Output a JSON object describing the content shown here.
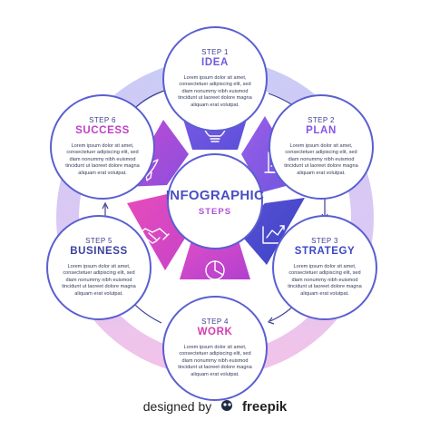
{
  "center": {
    "title": "INFOGRAPHIC",
    "subtitle": "STEPS"
  },
  "steps": [
    {
      "number": "STEP 1",
      "title": "IDEA",
      "color": "#6e5ae0",
      "icon": "lightbulb-icon",
      "body": "Lorem ipsum dolor sit amet, consectetuer adipiscing elit, sed diam nonummy nibh euismod tincidunt ut laoreet dolore magna aliquam erat volutpat."
    },
    {
      "number": "STEP 2",
      "title": "PLAN",
      "color": "#8a53e8",
      "icon": "buildings-icon",
      "body": "Lorem ipsum dolor sit amet, consectetuer adipiscing elit, sed diam nonummy nibh euismod tincidunt ut laoreet dolore magna aliquam erat volutpat."
    },
    {
      "number": "STEP 3",
      "title": "STRATEGY",
      "color": "#3e47c8",
      "icon": "line-chart-icon",
      "body": "Lorem ipsum dolor sit amet, consectetuer adipiscing elit, sed diam nonummy nibh euismod tincidunt ut laoreet dolore magna aliquam erat volutpat."
    },
    {
      "number": "STEP 4",
      "title": "WORK",
      "color": "#d23fb0",
      "icon": "pie-chart-icon",
      "body": "Lorem ipsum dolor sit amet, consectetuer adipiscing elit, sed diam nonummy nibh euismod tincidunt ut laoreet dolore magna aliquam erat volutpat."
    },
    {
      "number": "STEP 5",
      "title": "BUSINESS",
      "color": "#3b3f9e",
      "icon": "handshake-icon",
      "body": "Lorem ipsum dolor sit amet, consectetuer adipiscing elit, sed diam nonummy nibh euismod tincidunt ut laoreet dolore magna aliquam erat volutpat."
    },
    {
      "number": "STEP 6",
      "title": "SUCCESS",
      "color": "#c13fc7",
      "icon": "rocket-icon",
      "body": "Lorem ipsum dolor sit amet, consectetuer adipiscing elit, sed diam nonummy nibh euismod tincidunt ut laoreet dolore magna aliquam erat volutpat."
    }
  ],
  "footer": {
    "prefix": "designed by",
    "brand": "freepik",
    "logo_icon": "freepik-logo-icon"
  },
  "colors": {
    "outline": "#5a5fd0",
    "ring_top": "#cdd0f7",
    "ring_bottom": "#f2c4ea"
  }
}
